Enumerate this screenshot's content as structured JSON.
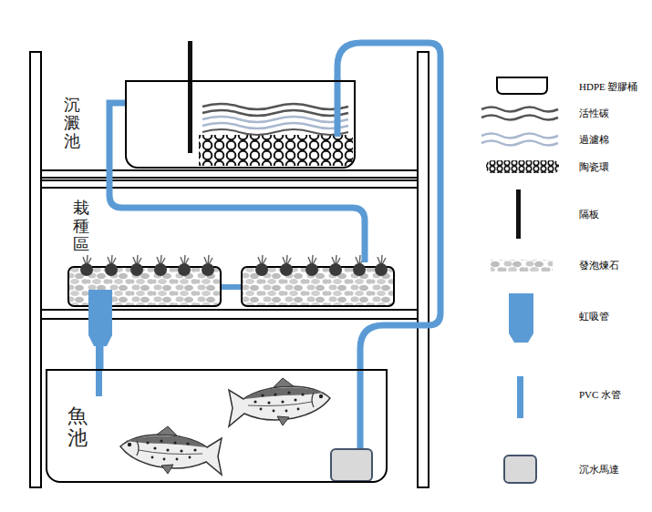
{
  "diagram": {
    "nodes": [
      {
        "text": [
          "沉澱池"
        ]
      },
      {
        "text": [
          "栽種區"
        ]
      },
      {
        "text": [
          "魚池"
        ]
      }
    ],
    "edges": [
      {
        "from": 0,
        "to": 1,
        "arrow": "none"
      },
      {
        "from": 1,
        "to": 2,
        "arrow": "none"
      },
      {
        "from": 2,
        "to": 0,
        "arrow": "none"
      }
    ],
    "legend": [
      {
        "text": "HDPE 塑膠桶"
      },
      {
        "text": "活性碳"
      },
      {
        "text": "過濾棉"
      },
      {
        "text": "陶瓷環"
      },
      {
        "text": "隔板"
      },
      {
        "text": "發泡煉石"
      },
      {
        "text": "虹吸管"
      },
      {
        "text": "PVC 水管"
      },
      {
        "text": "沉水馬達"
      }
    ]
  }
}
